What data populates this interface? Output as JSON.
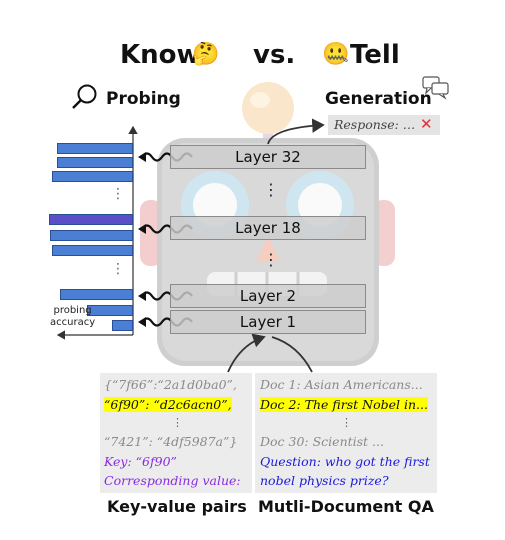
{
  "title": {
    "know": "Know",
    "know_emoji": "🤔",
    "vs": "vs.",
    "tell_emoji": "🤐",
    "tell": "Tell"
  },
  "left": {
    "heading": "Probing",
    "icon": "magnifier-icon"
  },
  "right": {
    "heading": "Generation",
    "icon": "speech-bubbles-icon",
    "response_label": "Response: …",
    "response_mark": "✕"
  },
  "layers": {
    "l32": "Layer 32",
    "l18": "Layer 18",
    "l2": "Layer 2",
    "l1": "Layer 1",
    "ellipsis": "⋮"
  },
  "probing_axis": {
    "label_line1": "probing",
    "label_line2": "accuracy"
  },
  "probing_bars": {
    "note": "relative probing accuracy per layer (fraction of axis width)",
    "values": [
      0.54,
      0.54,
      0.58,
      0.6,
      0.59,
      0.58,
      0.52,
      0.33,
      0.15,
      0.03
    ]
  },
  "kv_panel": {
    "line1": "{“7f66”:“2a1d0ba0”,",
    "line2": "“6f90”: “d2c6acn0”,",
    "dots": "⋮",
    "line3": "“7421”: “4df5987a”}",
    "line4": "Key: “6f90”",
    "line5": "Corresponding value:",
    "caption": "Key-value pairs"
  },
  "qa_panel": {
    "line1": "Doc 1: Asian Americans...",
    "line2": "Doc 2: The first Nobel in...",
    "dots": "⋮",
    "line3": "Doc 30: Scientist ...",
    "line4": "Question: who got the first",
    "line5": "nobel physics prize?",
    "caption": "Mutli-Document QA"
  },
  "colors": {
    "bar": "#4a7fd4",
    "bar_dark": "#5b4fc8",
    "highlight": "#ffff00",
    "purple": "#8a2be2",
    "blue": "#1a1adc",
    "red_x": "#e03030"
  }
}
